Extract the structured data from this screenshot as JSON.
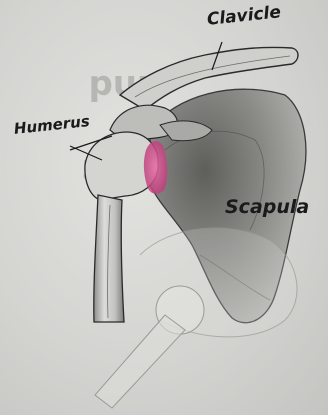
{
  "labels": {
    "clavicle": "Clavicle",
    "humerus": "Humerus",
    "scapula": "Scapula"
  },
  "colors": {
    "background": "#d6d6d3",
    "bone_fill": "#c9c9c6",
    "bone_shadow": "#6f6f6c",
    "outline": "#2a2a2a",
    "joint_highlight": "#d24a8a"
  }
}
